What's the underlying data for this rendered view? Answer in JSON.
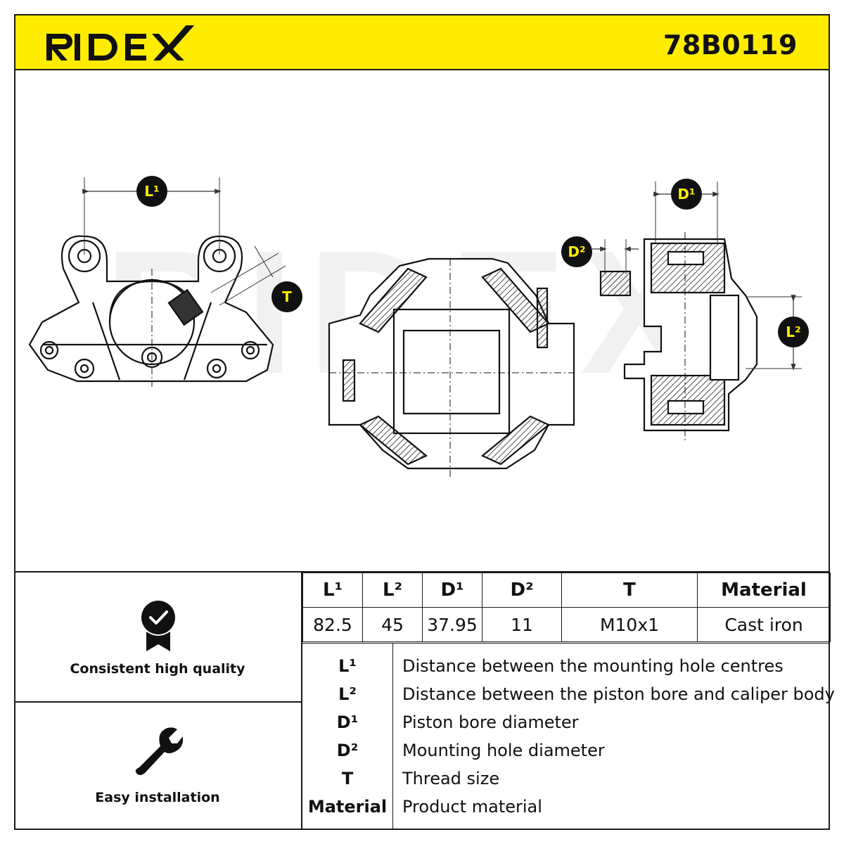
{
  "brand": {
    "logo_text": "RIDEX",
    "part_number": "78B0119",
    "accent_color": "#ffec00",
    "watermark": "RIDEX"
  },
  "drawing": {
    "dimension_labels": [
      "L¹",
      "T",
      "D¹",
      "D²",
      "L²"
    ]
  },
  "features": [
    {
      "icon": "quality-badge-icon",
      "label": "Consistent high quality"
    },
    {
      "icon": "wrench-icon",
      "label": "Easy installation"
    }
  ],
  "spec_table": {
    "headers": [
      "L¹",
      "L²",
      "D¹",
      "D²",
      "T",
      "Material"
    ],
    "values": [
      "82.5",
      "45",
      "37.95",
      "11",
      "M10x1",
      "Cast iron"
    ]
  },
  "legend": [
    {
      "key": "L¹",
      "text": "Distance between the mounting hole centres"
    },
    {
      "key": "L²",
      "text": "Distance between the piston bore and caliper body"
    },
    {
      "key": "D¹",
      "text": "Piston bore diameter"
    },
    {
      "key": "D²",
      "text": "Mounting hole diameter"
    },
    {
      "key": "T",
      "text": "Thread size"
    },
    {
      "key": "Material",
      "text": "Product material"
    }
  ]
}
